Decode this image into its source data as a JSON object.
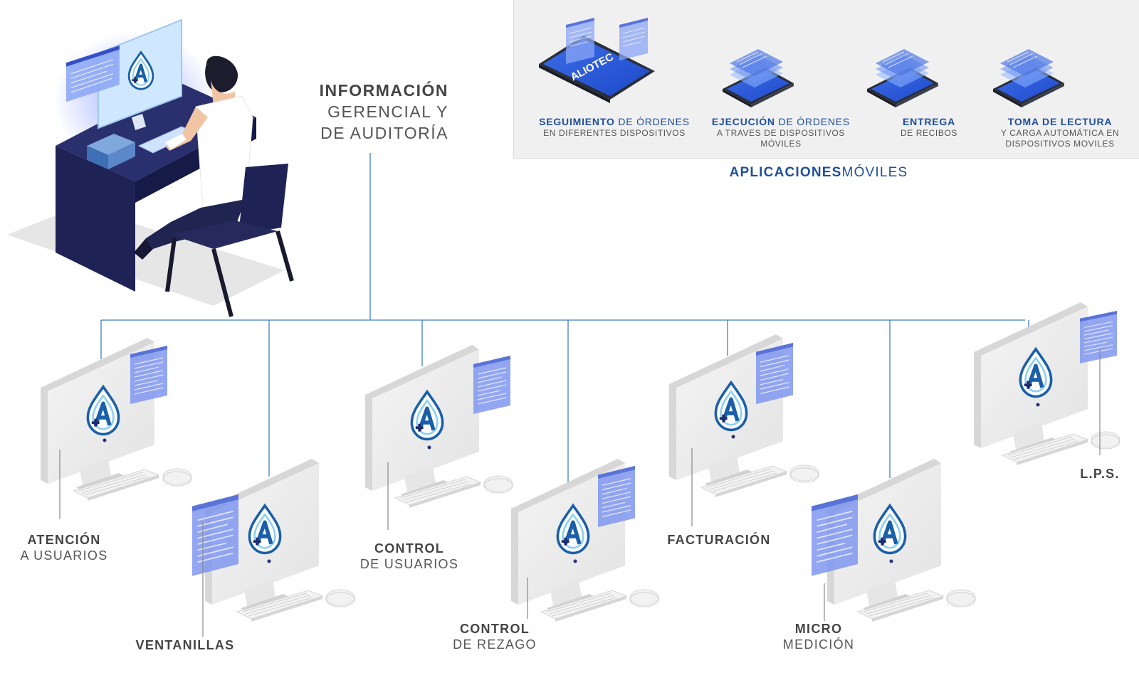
{
  "headquarters": {
    "title_bold": "INFORMACIÓN",
    "title_line2": "GERENCIAL Y",
    "title_line3": "DE AUDITORÍA"
  },
  "mobile_apps": {
    "title_bold": "APLICACIONES",
    "title_regular": "MÓVILES",
    "tablet_brand": "ALIOTEC",
    "items": [
      {
        "bold": "SEGUIMIENTO",
        "regular": " DE ÓRDENES",
        "sub1": "EN DIFERENTES DISPOSITIVOS",
        "sub2": ""
      },
      {
        "bold": "EJECUCIÓN",
        "regular": " DE ÓRDENES",
        "sub1": "A TRAVES DE DISPOSITIVOS",
        "sub2": "MÓVILES"
      },
      {
        "bold": "ENTREGA",
        "regular": "",
        "sub1": "DE RECIBOS",
        "sub2": ""
      },
      {
        "bold": "TOMA DE LECTURA",
        "regular": "",
        "sub1": "Y CARGA AUTOMÁTICA EN",
        "sub2": "DISPOSITIVOS MOVILES"
      }
    ]
  },
  "stations": [
    {
      "bold": "ATENCIÓN",
      "regular": "A USUARIOS"
    },
    {
      "bold": "VENTANILLAS",
      "regular": ""
    },
    {
      "bold": "CONTROL",
      "regular": "DE USUARIOS"
    },
    {
      "bold": "CONTROL",
      "regular": "DE REZAGO"
    },
    {
      "bold": "FACTURACIÓN",
      "regular": ""
    },
    {
      "bold": "MICRO",
      "regular": "MEDICIÓN"
    },
    {
      "bold": "L.P.S.",
      "regular": ""
    }
  ],
  "colors": {
    "connector": "#3f7fc2",
    "accent_blue": "#1f4e9a",
    "logo_blue": "#1a5fa8",
    "overlay_blue": "#7f97f0",
    "desk": "#1e2255"
  }
}
